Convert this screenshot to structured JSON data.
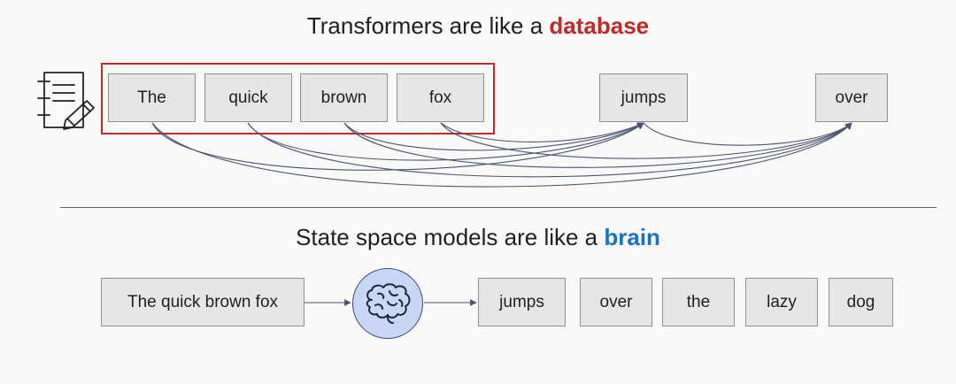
{
  "top": {
    "title_prefix": "Transformers are like a ",
    "title_highlight": "database",
    "highlight_color": "#c0282b",
    "tokens": [
      "The",
      "quick",
      "brown",
      "fox",
      "jumps",
      "over"
    ],
    "icon": "notebook-pencil-icon"
  },
  "bottom": {
    "title_prefix": "State space models are like a ",
    "title_highlight": "brain",
    "highlight_color": "#1a73c2",
    "input_text": "The quick brown fox",
    "icon": "brain-icon",
    "outputs": [
      "jumps",
      "over",
      "the",
      "lazy",
      "dog"
    ]
  },
  "colors": {
    "token_fill": "#e6e6e6",
    "token_border": "#8f8f8f",
    "group_border": "#c0282b",
    "arrow": "#4a5570",
    "brain_fill": "#c7d7f5"
  }
}
